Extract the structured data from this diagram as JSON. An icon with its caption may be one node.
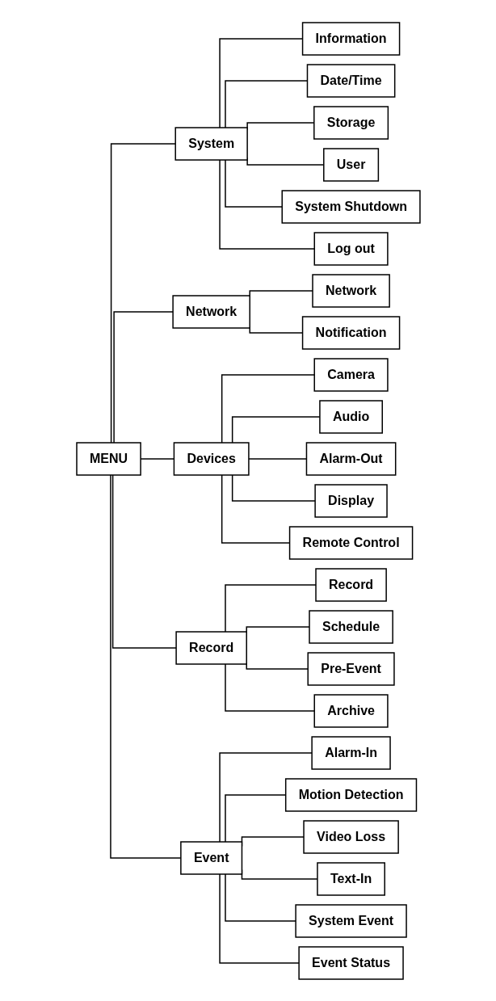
{
  "diagram": {
    "nodes": [
      {
        "text": [
          "MENU"
        ]
      },
      {
        "text": [
          "System"
        ]
      },
      {
        "text": [
          "Information"
        ]
      },
      {
        "text": [
          "Date/Time"
        ]
      },
      {
        "text": [
          "Storage"
        ]
      },
      {
        "text": [
          "User"
        ]
      },
      {
        "text": [
          "System Shutdown"
        ]
      },
      {
        "text": [
          "Log out"
        ]
      },
      {
        "text": [
          "Network"
        ]
      },
      {
        "text": [
          "Network"
        ]
      },
      {
        "text": [
          "Notification"
        ]
      },
      {
        "text": [
          "Devices"
        ]
      },
      {
        "text": [
          "Camera"
        ]
      },
      {
        "text": [
          "Audio"
        ]
      },
      {
        "text": [
          "Alarm-Out"
        ]
      },
      {
        "text": [
          "Display"
        ]
      },
      {
        "text": [
          "Remote Control"
        ]
      },
      {
        "text": [
          "Record"
        ]
      },
      {
        "text": [
          "Record"
        ]
      },
      {
        "text": [
          "Schedule"
        ]
      },
      {
        "text": [
          "Pre-Event"
        ]
      },
      {
        "text": [
          "Archive"
        ]
      },
      {
        "text": [
          "Event"
        ]
      },
      {
        "text": [
          "Alarm-In"
        ]
      },
      {
        "text": [
          "Motion Detection"
        ]
      },
      {
        "text": [
          "Video Loss"
        ]
      },
      {
        "text": [
          "Text-In"
        ]
      },
      {
        "text": [
          "System Event"
        ]
      },
      {
        "text": [
          "Event Status"
        ]
      }
    ],
    "edges": [
      {
        "from": 0,
        "to": 1,
        "arrow": "none"
      },
      {
        "from": 1,
        "to": 2,
        "arrow": "none"
      },
      {
        "from": 1,
        "to": 3,
        "arrow": "none"
      },
      {
        "from": 1,
        "to": 4,
        "arrow": "none"
      },
      {
        "from": 1,
        "to": 5,
        "arrow": "none"
      },
      {
        "from": 1,
        "to": 6,
        "arrow": "none"
      },
      {
        "from": 1,
        "to": 7,
        "arrow": "none"
      },
      {
        "from": 0,
        "to": 8,
        "arrow": "none"
      },
      {
        "from": 8,
        "to": 9,
        "arrow": "none"
      },
      {
        "from": 8,
        "to": 10,
        "arrow": "none"
      },
      {
        "from": 0,
        "to": 11,
        "arrow": "none"
      },
      {
        "from": 11,
        "to": 12,
        "arrow": "none"
      },
      {
        "from": 11,
        "to": 13,
        "arrow": "none"
      },
      {
        "from": 11,
        "to": 14,
        "arrow": "none"
      },
      {
        "from": 11,
        "to": 15,
        "arrow": "none"
      },
      {
        "from": 11,
        "to": 16,
        "arrow": "none"
      },
      {
        "from": 0,
        "to": 17,
        "arrow": "none"
      },
      {
        "from": 17,
        "to": 18,
        "arrow": "none"
      },
      {
        "from": 17,
        "to": 19,
        "arrow": "none"
      },
      {
        "from": 17,
        "to": 20,
        "arrow": "none"
      },
      {
        "from": 17,
        "to": 21,
        "arrow": "none"
      },
      {
        "from": 0,
        "to": 22,
        "arrow": "none"
      },
      {
        "from": 22,
        "to": 23,
        "arrow": "none"
      },
      {
        "from": 22,
        "to": 24,
        "arrow": "none"
      },
      {
        "from": 22,
        "to": 25,
        "arrow": "none"
      },
      {
        "from": 22,
        "to": 26,
        "arrow": "none"
      },
      {
        "from": 22,
        "to": 27,
        "arrow": "none"
      },
      {
        "from": 22,
        "to": 28,
        "arrow": "none"
      }
    ]
  }
}
